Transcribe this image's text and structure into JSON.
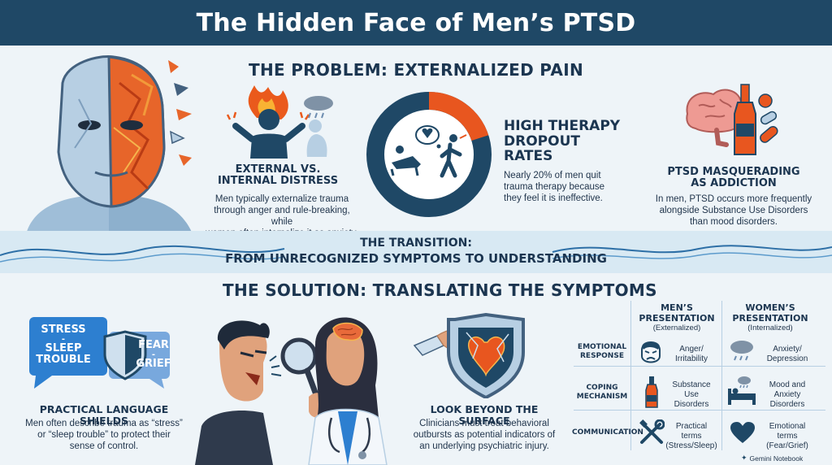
{
  "title": "The Hidden Face of Men’s PTSD",
  "problem": {
    "heading": "THE PROBLEM: EXTERNALIZED PAIN",
    "external": {
      "title_line1": "EXTERNAL VS.",
      "title_line2": "INTERNAL DISTRESS",
      "text_line1": "Men typically externalize trauma",
      "text_line2": "through anger and rule-breaking, while",
      "text_line3": "women often internalize it as anxiety."
    },
    "dropout": {
      "title_line1": "HIGH THERAPY",
      "title_line2": "DROPOUT",
      "title_line3": "RATES",
      "text_line1": "Nearly 20% of men quit",
      "text_line2": "trauma therapy because",
      "text_line3": "they feel it is ineffective.",
      "percent": 20
    },
    "addiction": {
      "title_line1": "PTSD MASQUERADING",
      "title_line2": "AS ADDICTION",
      "text_line1": "In men, PTSD occurs more frequently",
      "text_line2": "alongside Substance Use Disorders",
      "text_line3": "than mood disorders."
    }
  },
  "transition": {
    "line1": "THE TRANSITION:",
    "line2": "FROM UNRECOGNIZED SYMPTOMS TO UNDERSTANDING"
  },
  "solution": {
    "heading": "THE SOLUTION: TRANSLATING THE SYMPTOMS",
    "shields": {
      "bubble1_line1": "STRESS",
      "bubble1_dash": "-",
      "bubble1_line2": "SLEEP",
      "bubble1_line3": "TROUBLE",
      "bubble2_line1": "FEAR",
      "bubble2_dash": "-",
      "bubble2_line2": "GRIEF",
      "title": "PRACTICAL LANGUAGE SHIELDS",
      "text_line1": "Men often describe trauma as “stress”",
      "text_line2": "or “sleep trouble” to protect their",
      "text_line3": "sense of control."
    },
    "surface": {
      "title": "LOOK BEYOND THE SURFACE",
      "text_line1": "Clinicians must treat behavioral",
      "text_line2": "outbursts as potential indicators of",
      "text_line3": "an underlying psychiatric injury."
    }
  },
  "table": {
    "men_head_line1": "MEN’S",
    "men_head_line2": "PRESENTATION",
    "men_sub": "(Externalized)",
    "women_head_line1": "WOMEN’S",
    "women_head_line2": "PRESENTATION",
    "women_sub": "(Internalized)",
    "rows": [
      {
        "label_line1": "EMOTIONAL",
        "label_line2": "RESPONSE",
        "men_line1": "Anger/",
        "men_line2": "Irritability",
        "men_line3": "",
        "women_line1": "Anxiety/",
        "women_line2": "Depression",
        "women_line3": "",
        "men_icon": "angry-face-icon",
        "women_icon": "rain-cloud-icon"
      },
      {
        "label_line1": "COPING",
        "label_line2": "MECHANISM",
        "men_line1": "Substance",
        "men_line2": "Use",
        "men_line3": "Disorders",
        "women_line1": "Mood and",
        "women_line2": "Anxiety",
        "women_line3": "Disorders",
        "men_icon": "bottle-icon",
        "women_icon": "bed-icon"
      },
      {
        "label_line1": "COMMUNICATION",
        "label_line2": "",
        "men_line1": "Practical",
        "men_line2": "terms",
        "men_line3": "(Stress/Sleep)",
        "women_line1": "Emotional",
        "women_line2": "terms",
        "women_line3": "(Fear/Grief)",
        "men_icon": "tools-icon",
        "women_icon": "heart-icon"
      }
    ]
  },
  "footer": {
    "brand": "Gemini Notebook"
  },
  "colors": {
    "header": "#1f4866",
    "accent_orange": "#e8561f",
    "ring": "#1f4866",
    "bubble_dark": "#2d7fd0",
    "bubble_light": "#78a8dd"
  }
}
